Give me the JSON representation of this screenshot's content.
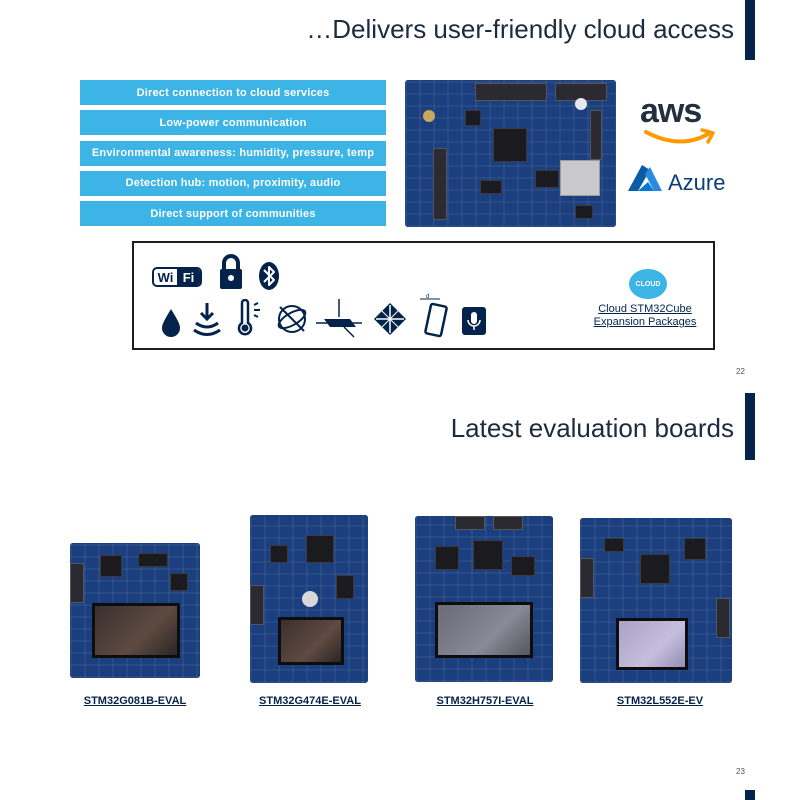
{
  "slide1": {
    "title": "…Delivers user-friendly cloud access",
    "bullets": [
      "Direct connection to cloud services",
      "Low-power communication",
      "Environmental awareness: humidity, pressure, temp",
      "Detection hub: motion, proximity, audio",
      "Direct support of communities"
    ],
    "brands": {
      "aws": "aws",
      "azure": "Azure"
    },
    "wifi": {
      "label": "Wi Fi"
    },
    "cloud_badge": "CLOUD",
    "cloud_caption_line1": "Cloud STM32Cube",
    "cloud_caption_line2": "Expansion Packages",
    "icons": [
      "wifi-icon",
      "lock-icon",
      "bluetooth-icon",
      "water-drop-icon",
      "pressure-icon",
      "temperature-icon",
      "gyroscope-icon",
      "accelerometer-icon",
      "magnetometer-icon",
      "proximity-phone-icon",
      "microphone-icon",
      "cloud-icon"
    ],
    "page_number": "22"
  },
  "slide2": {
    "title": "Latest evaluation boards",
    "boards": [
      {
        "name": "STM32G081B-EVAL"
      },
      {
        "name": "STM32G474E-EVAL"
      },
      {
        "name": "STM32H757I-EVAL"
      },
      {
        "name": "STM32L552E-EV"
      }
    ],
    "page_number": "23"
  },
  "colors": {
    "accent": "#03234b",
    "bullet_bg": "#3cb4e6",
    "aws_orange": "#ff9900",
    "azure_blue": "#0078d4",
    "pcb_blue": "#1b3f7e"
  }
}
